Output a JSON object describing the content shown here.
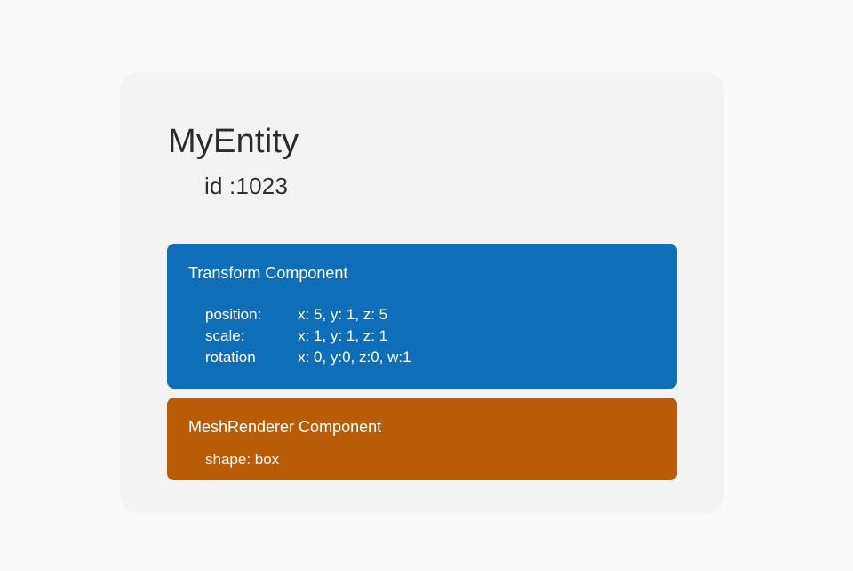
{
  "page": {
    "background_color": "#fafafa"
  },
  "entity_card": {
    "background_color": "#f4f3f4",
    "title": "MyEntity",
    "id_label": "id :1023",
    "components": [
      {
        "name": "transform",
        "title": "Transform Component",
        "color": "#0e6eb8",
        "text_color": "#ffffff",
        "properties": [
          {
            "label": "position:",
            "value": "x: 5, y: 1, z: 5"
          },
          {
            "label": "scale:",
            "value": "x: 1, y: 1, z: 1"
          },
          {
            "label": "rotation",
            "value": "x: 0, y:0, z:0, w:1"
          }
        ]
      },
      {
        "name": "meshrenderer",
        "title": "MeshRenderer Component",
        "color": "#b85c08",
        "text_color": "#ffffff",
        "properties": [
          {
            "label": "shape: box",
            "value": ""
          }
        ]
      }
    ]
  }
}
